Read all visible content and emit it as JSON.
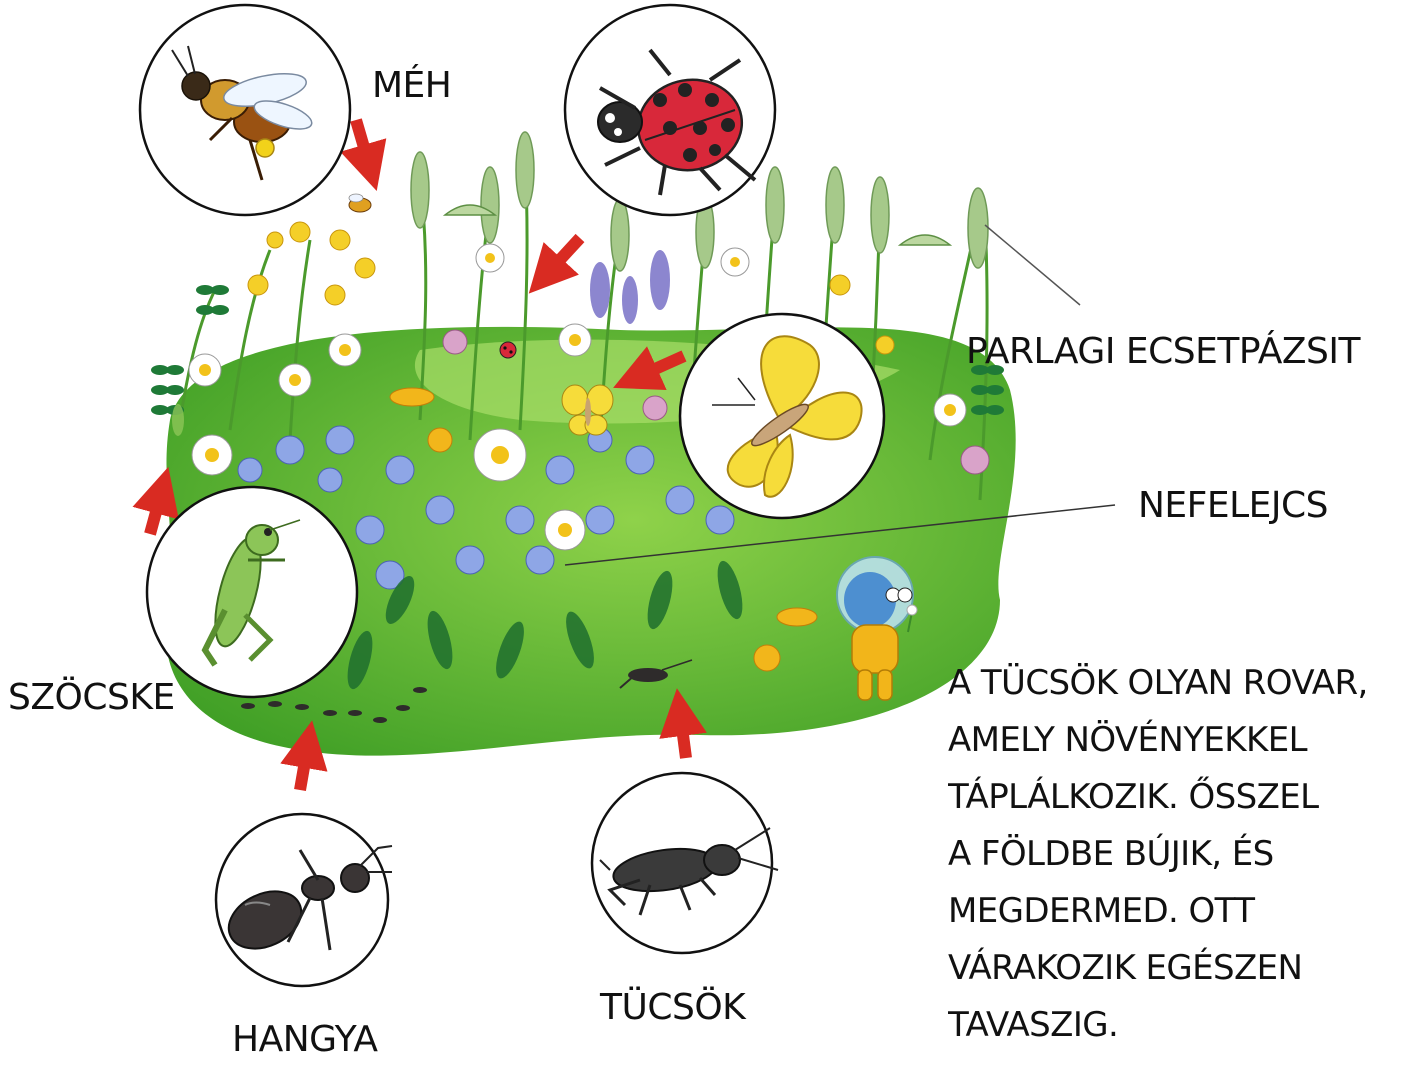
{
  "labels": {
    "meh": "MÉH",
    "parlagi": "PARLAGI ECSETPÁZSIT",
    "nefelejcs": "NEFELEJCS",
    "szocske": "SZÖCSKE",
    "hangya": "HANGYA",
    "tucsok": "TÜCSÖK"
  },
  "description": [
    "A TÜCSÖK OLYAN ROVAR,",
    "AMELY NÖVÉNYEKKEL",
    "TÁPLÁLKOZIK. ŐSSZEL",
    "A FÖLDBE BÚJIK, ÉS",
    "MEGDERMED. OTT",
    "VÁRAKOZIK EGÉSZEN",
    "TAVASZIG."
  ],
  "colors": {
    "meadow": "#4cae2a",
    "meadow_light": "#8fd24a",
    "arrow": "#d92b22",
    "forget_me_not": "#8ea6e6",
    "ladybug": "#d8283a",
    "butterfly": "#f6dc3a",
    "grasshopper": "#8cc558",
    "insect_dark": "#3a3535"
  }
}
